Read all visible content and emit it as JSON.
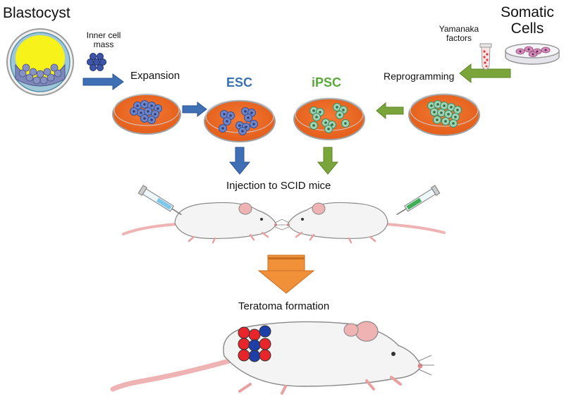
{
  "labels": {
    "blastocyst": "Blastocyst",
    "inner_cell_mass": "Inner cell mass",
    "expansion": "Expansion",
    "esc": "ESC",
    "ipsc": "iPSC",
    "reprogramming": "Reprogramming",
    "yamanaka_factors": "Yamanaka factors",
    "somatic_cells": "Somatic Cells",
    "injection": "Injection to SCID mice",
    "teratoma": "Teratoma formation"
  },
  "colors": {
    "esc_blue": "#3a6fb0",
    "ipsc_green": "#5aa83c",
    "arrow_blue": "#3f6fb5",
    "arrow_green": "#7aa53a",
    "arrow_orange": "#f0913a",
    "dish_orange": "#ea6a24",
    "blastocyst_yellow": "#f7f21a",
    "mouse_body": "#f4f4f4",
    "mouse_pink": "#f0b3b3"
  }
}
